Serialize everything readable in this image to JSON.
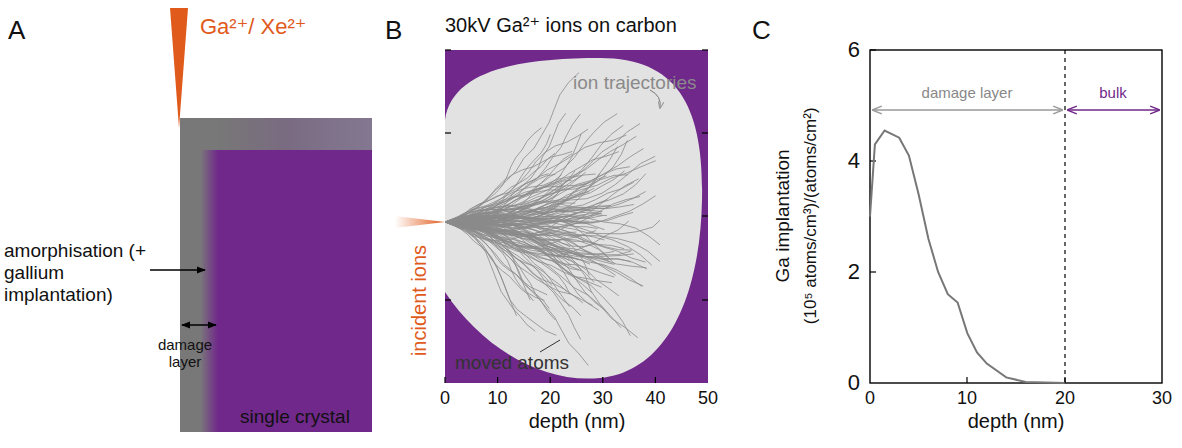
{
  "diagram": {
    "nodes": [
      {
        "text": [
          "single crystal"
        ]
      },
      {
        "text": [
          "30kV Ga²⁺ ions on carbon",
          "ion trajectories",
          "moved atoms"
        ]
      }
    ],
    "labels": [
      "A",
      "Ga²⁺/ Xe²⁺",
      "amorphisation (+ gallium implantation)",
      "damage layer",
      "B",
      "incident ions",
      "0",
      "10",
      "20",
      "30",
      "40",
      "50",
      "depth (nm)",
      "C",
      "Ga implantation",
      "(10⁵ atoms/cm³)/(atoms/cm²)",
      "6",
      "4",
      "2",
      "0",
      "0",
      "10",
      "20",
      "30",
      "depth (nm)",
      "damage layer",
      "bulk"
    ]
  }
}
